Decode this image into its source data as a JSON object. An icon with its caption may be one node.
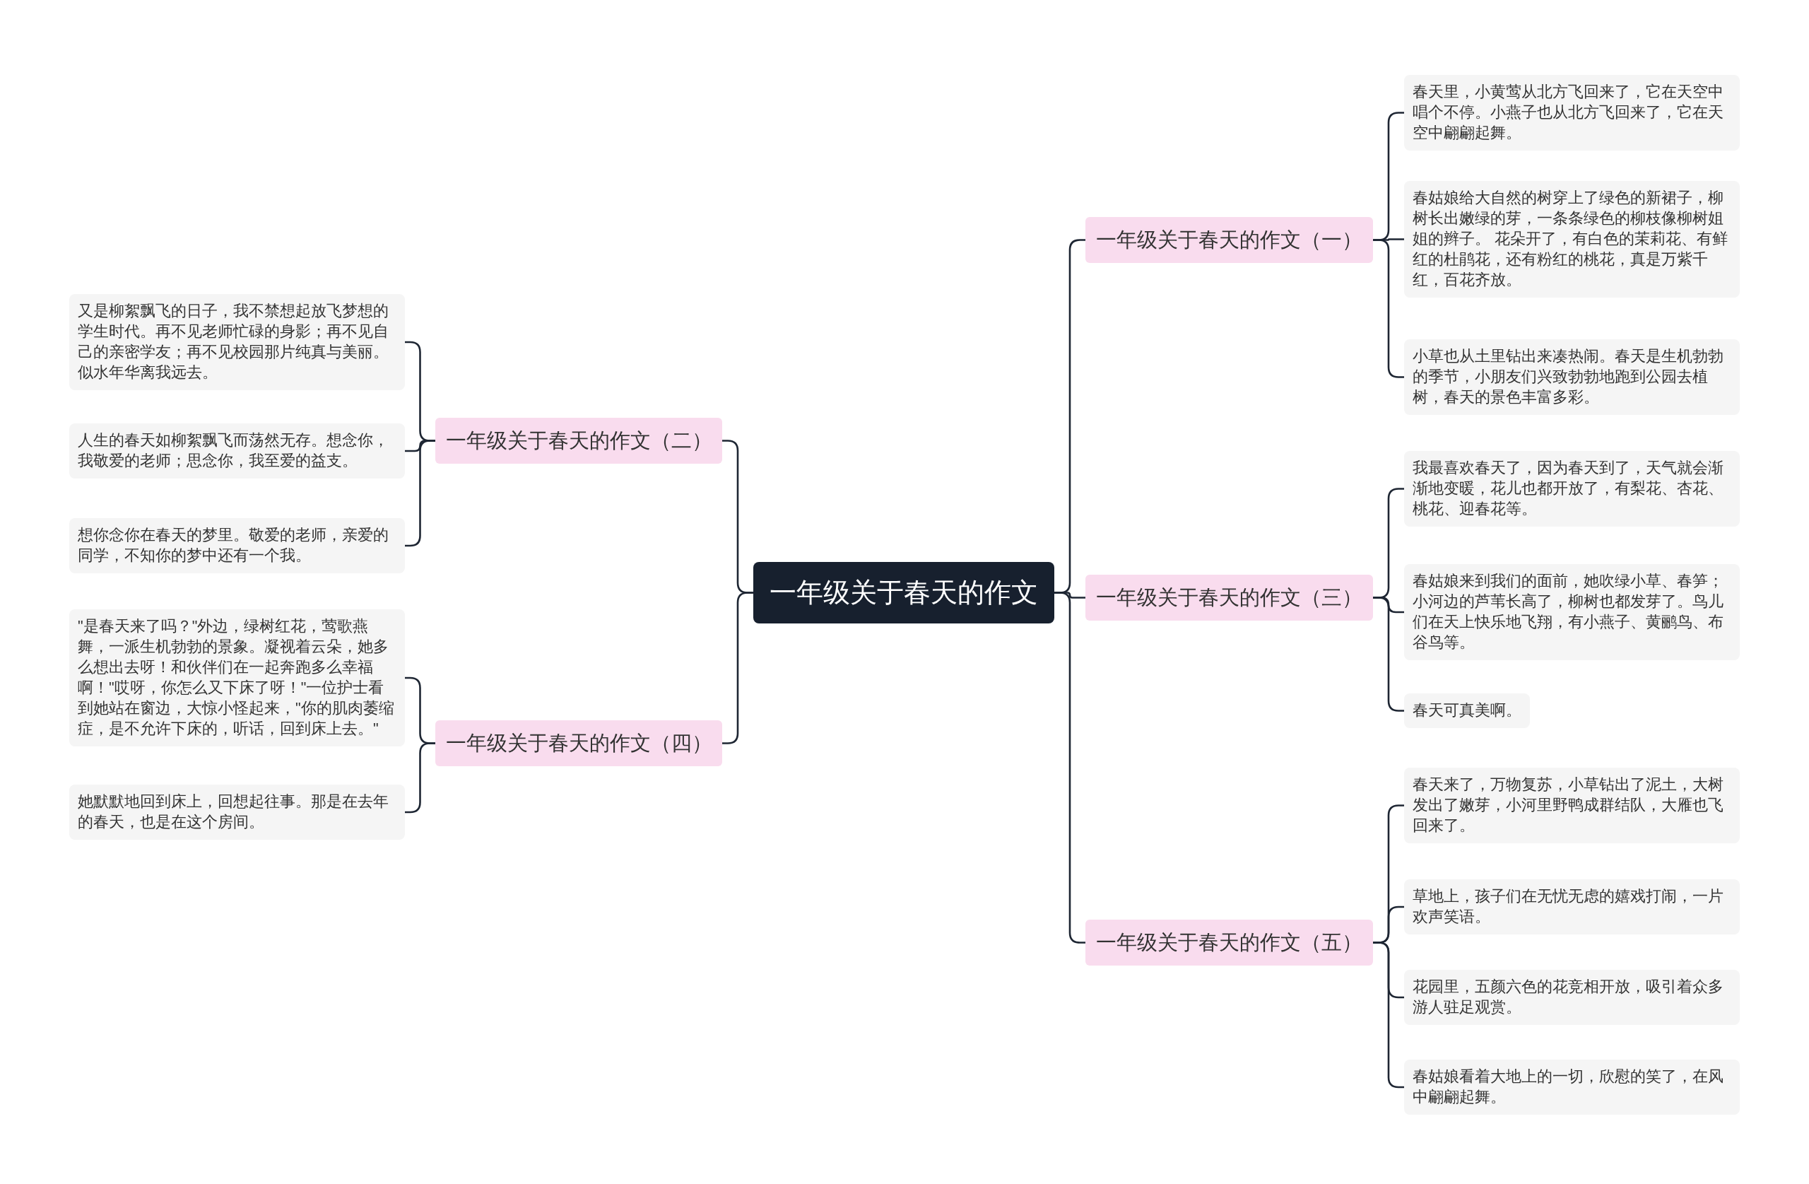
{
  "diagram": {
    "nodes": [
      {
        "text": [
          "一年级关于春天的作文"
        ]
      },
      {
        "text": [
          "一年级关于春天的作文（一）"
        ]
      },
      {
        "text": [
          "春天里，小黄莺从北方飞回来了，它在天空中唱个不停。小燕子也从北方飞回来了，它在天空中翩翩起舞。"
        ]
      },
      {
        "text": [
          "春姑娘给大自然的树穿上了绿色的新裙子，柳树长出嫩绿的芽，一条条绿色的柳枝像柳树姐姐的辫子。 花朵开了，有白色的茉莉花、有鲜红的杜鹃花，还有粉红的桃花，真是万紫千红，百花齐放。"
        ]
      },
      {
        "text": [
          "小草也从土里钻出来凑热闹。春天是生机勃勃的季节，小朋友们兴致勃勃地跑到公园去植树，春天的景色丰富多彩。"
        ]
      },
      {
        "text": [
          "一年级关于春天的作文（二）"
        ]
      },
      {
        "text": [
          "又是柳絮飘飞的日子，我不禁想起放飞梦想的学生时代。再不见老师忙碌的身影；再不见自己的亲密学友；再不见校园那片纯真与美丽。似水年华离我远去。"
        ]
      },
      {
        "text": [
          "人生的春天如柳絮飘飞而荡然无存。想念你，我敬爱的老师；思念你，我至爱的益支。"
        ]
      },
      {
        "text": [
          "想你念你在春天的梦里。敬爱的老师，亲爱的同学，不知你的梦中还有一个我。"
        ]
      },
      {
        "text": [
          "一年级关于春天的作文（三）"
        ]
      },
      {
        "text": [
          "我最喜欢春天了，因为春天到了，天气就会渐渐地变暖，花儿也都开放了，有梨花、杏花、桃花、迎春花等。"
        ]
      },
      {
        "text": [
          "春姑娘来到我们的面前，她吹绿小草、春笋；小河边的芦苇长高了，柳树也都发芽了。鸟儿们在天上快乐地飞翔，有小燕子、黄鹂鸟、布谷鸟等。"
        ]
      },
      {
        "text": [
          "春天可真美啊。"
        ]
      },
      {
        "text": [
          "一年级关于春天的作文（四）"
        ]
      },
      {
        "text": [
          "\"是春天来了吗？\"外边，绿树红花，莺歌燕舞，一派生机勃勃的景象。凝视着云朵，她多么想出去呀！和伙伴们在一起奔跑多么幸福啊！\"哎呀，你怎么又下床了呀！\"一位护士看到她站在窗边，大惊小怪起来，\"你的肌肉萎缩症，是不允许下床的，听话，回到床上去。\""
        ]
      },
      {
        "text": [
          "她默默地回到床上，回想起往事。那是在去年的春天，也是在这个房间。"
        ]
      },
      {
        "text": [
          "一年级关于春天的作文（五）"
        ]
      },
      {
        "text": [
          "春天来了，万物复苏，小草钻出了泥土，大树发出了嫩芽，小河里野鸭成群结队，大雁也飞回来了。"
        ]
      },
      {
        "text": [
          "草地上，孩子们在无忧无虑的嬉戏打闹，一片欢声笑语。"
        ]
      },
      {
        "text": [
          "花园里，五颜六色的花竞相开放，吸引着众多游人驻足观赏。"
        ]
      },
      {
        "text": [
          "春姑娘看着大地上的一切，欣慰的笑了，在风中翩翩起舞。"
        ]
      }
    ],
    "edges": [
      {
        "from": 0,
        "to": 1,
        "arrow": "none"
      },
      {
        "from": 1,
        "to": 2,
        "arrow": "none"
      },
      {
        "from": 1,
        "to": 3,
        "arrow": "none"
      },
      {
        "from": 1,
        "to": 4,
        "arrow": "none"
      },
      {
        "from": 0,
        "to": 5,
        "arrow": "none"
      },
      {
        "from": 5,
        "to": 6,
        "arrow": "none"
      },
      {
        "from": 5,
        "to": 7,
        "arrow": "none"
      },
      {
        "from": 5,
        "to": 8,
        "arrow": "none"
      },
      {
        "from": 0,
        "to": 9,
        "arrow": "none"
      },
      {
        "from": 9,
        "to": 10,
        "arrow": "none"
      },
      {
        "from": 9,
        "to": 11,
        "arrow": "none"
      },
      {
        "from": 9,
        "to": 12,
        "arrow": "none"
      },
      {
        "from": 0,
        "to": 13,
        "arrow": "none"
      },
      {
        "from": 13,
        "to": 14,
        "arrow": "none"
      },
      {
        "from": 13,
        "to": 15,
        "arrow": "none"
      },
      {
        "from": 0,
        "to": 16,
        "arrow": "none"
      },
      {
        "from": 16,
        "to": 17,
        "arrow": "none"
      },
      {
        "from": 16,
        "to": 18,
        "arrow": "none"
      },
      {
        "from": 16,
        "to": 19,
        "arrow": "none"
      },
      {
        "from": 16,
        "to": 20,
        "arrow": "none"
      }
    ]
  }
}
